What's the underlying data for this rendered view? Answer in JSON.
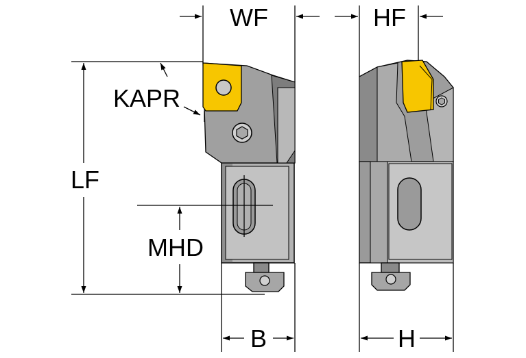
{
  "labels": {
    "wf": "WF",
    "hf": "HF",
    "kapr": "KAPR",
    "lf": "LF",
    "mhd": "MHD",
    "b": "B",
    "h": "H"
  },
  "colors": {
    "body_dark": "#8c8c8c",
    "body_mid": "#a6a6a6",
    "body_light": "#c4c4c4",
    "insert": "#f7c600",
    "outline": "#000000"
  }
}
